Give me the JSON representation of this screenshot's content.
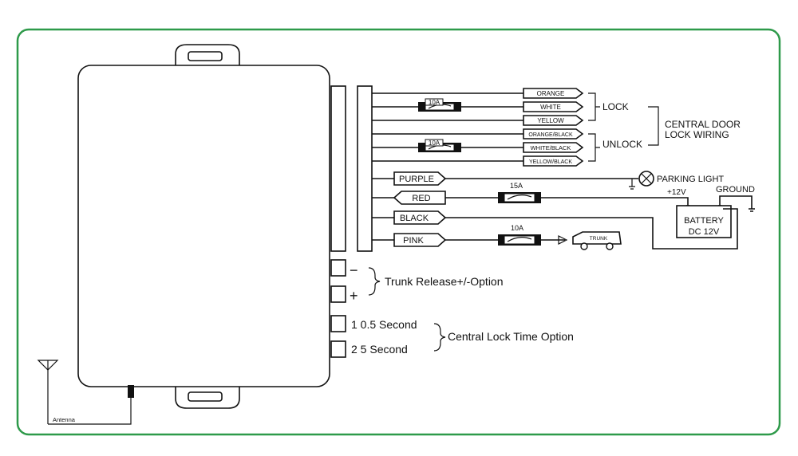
{
  "colors": {
    "frame": "#2e9a4a",
    "line": "#111111",
    "background": "#ffffff"
  },
  "wires": {
    "orange": "ORANGE",
    "white": "WHITE",
    "yellow": "YELLOW",
    "orange_black": "ORANGE/BLACK",
    "white_black": "WHITE/BLACK",
    "yellow_black": "YELLOW/BLACK",
    "purple": "PURPLE",
    "red": "RED",
    "black": "BLACK",
    "pink": "PINK"
  },
  "fuses": {
    "lock": "10A",
    "unlock": "10A",
    "red": "15A",
    "pink": "10A"
  },
  "groups": {
    "lock": "LOCK",
    "unlock": "UNLOCK",
    "central_door_line1": "CENTRAL DOOR",
    "central_door_line2": "LOCK WIRING"
  },
  "components": {
    "parking_light": "PARKING LIGHT",
    "plus12v": "+12V",
    "ground": "GROUND",
    "battery_line1": "BATTERY",
    "battery_line2": "DC  12V",
    "trunk": "TRUNK",
    "antenna": "Antenna"
  },
  "options": {
    "minus": "−",
    "plus": "+",
    "trunk_release": "Trunk  Release+/-Option",
    "opt1": "1  0.5 Second",
    "opt2": "2  5 Second",
    "central_lock_time": "Central Lock Time Option"
  }
}
